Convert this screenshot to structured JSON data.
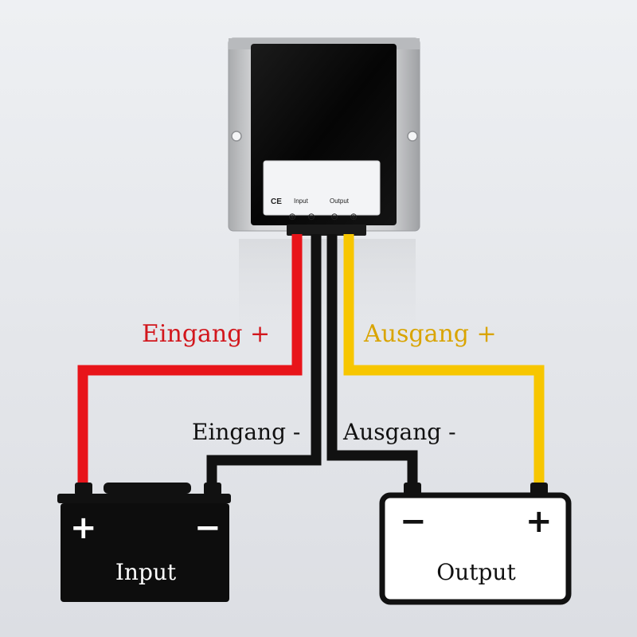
{
  "module": {
    "ce_mark": "CE",
    "input_label": "Input",
    "output_label": "Output",
    "terminal_symbols": [
      "⊕",
      "⊖",
      "⊖",
      "⊕"
    ]
  },
  "wire_labels": {
    "input_positive": "Eingang +",
    "input_negative": "Eingang -",
    "output_positive": "Ausgang +",
    "output_negative": "Ausgang -"
  },
  "batteries": {
    "input": {
      "label": "Input",
      "plus": "+",
      "minus": "−"
    },
    "output": {
      "label": "Output",
      "plus": "+",
      "minus": "−"
    }
  },
  "colors": {
    "input_positive_wire": "#e8141a",
    "output_positive_wire": "#f7c600",
    "negative_wire": "#111111",
    "input_label": "#d2161c",
    "output_label": "#d9a400",
    "module_housing": "#c9cbcd",
    "module_body": "#0c0c0c"
  },
  "icons": {
    "mounting_hole": "mounting-hole-icon",
    "ce": "ce-mark-icon"
  }
}
